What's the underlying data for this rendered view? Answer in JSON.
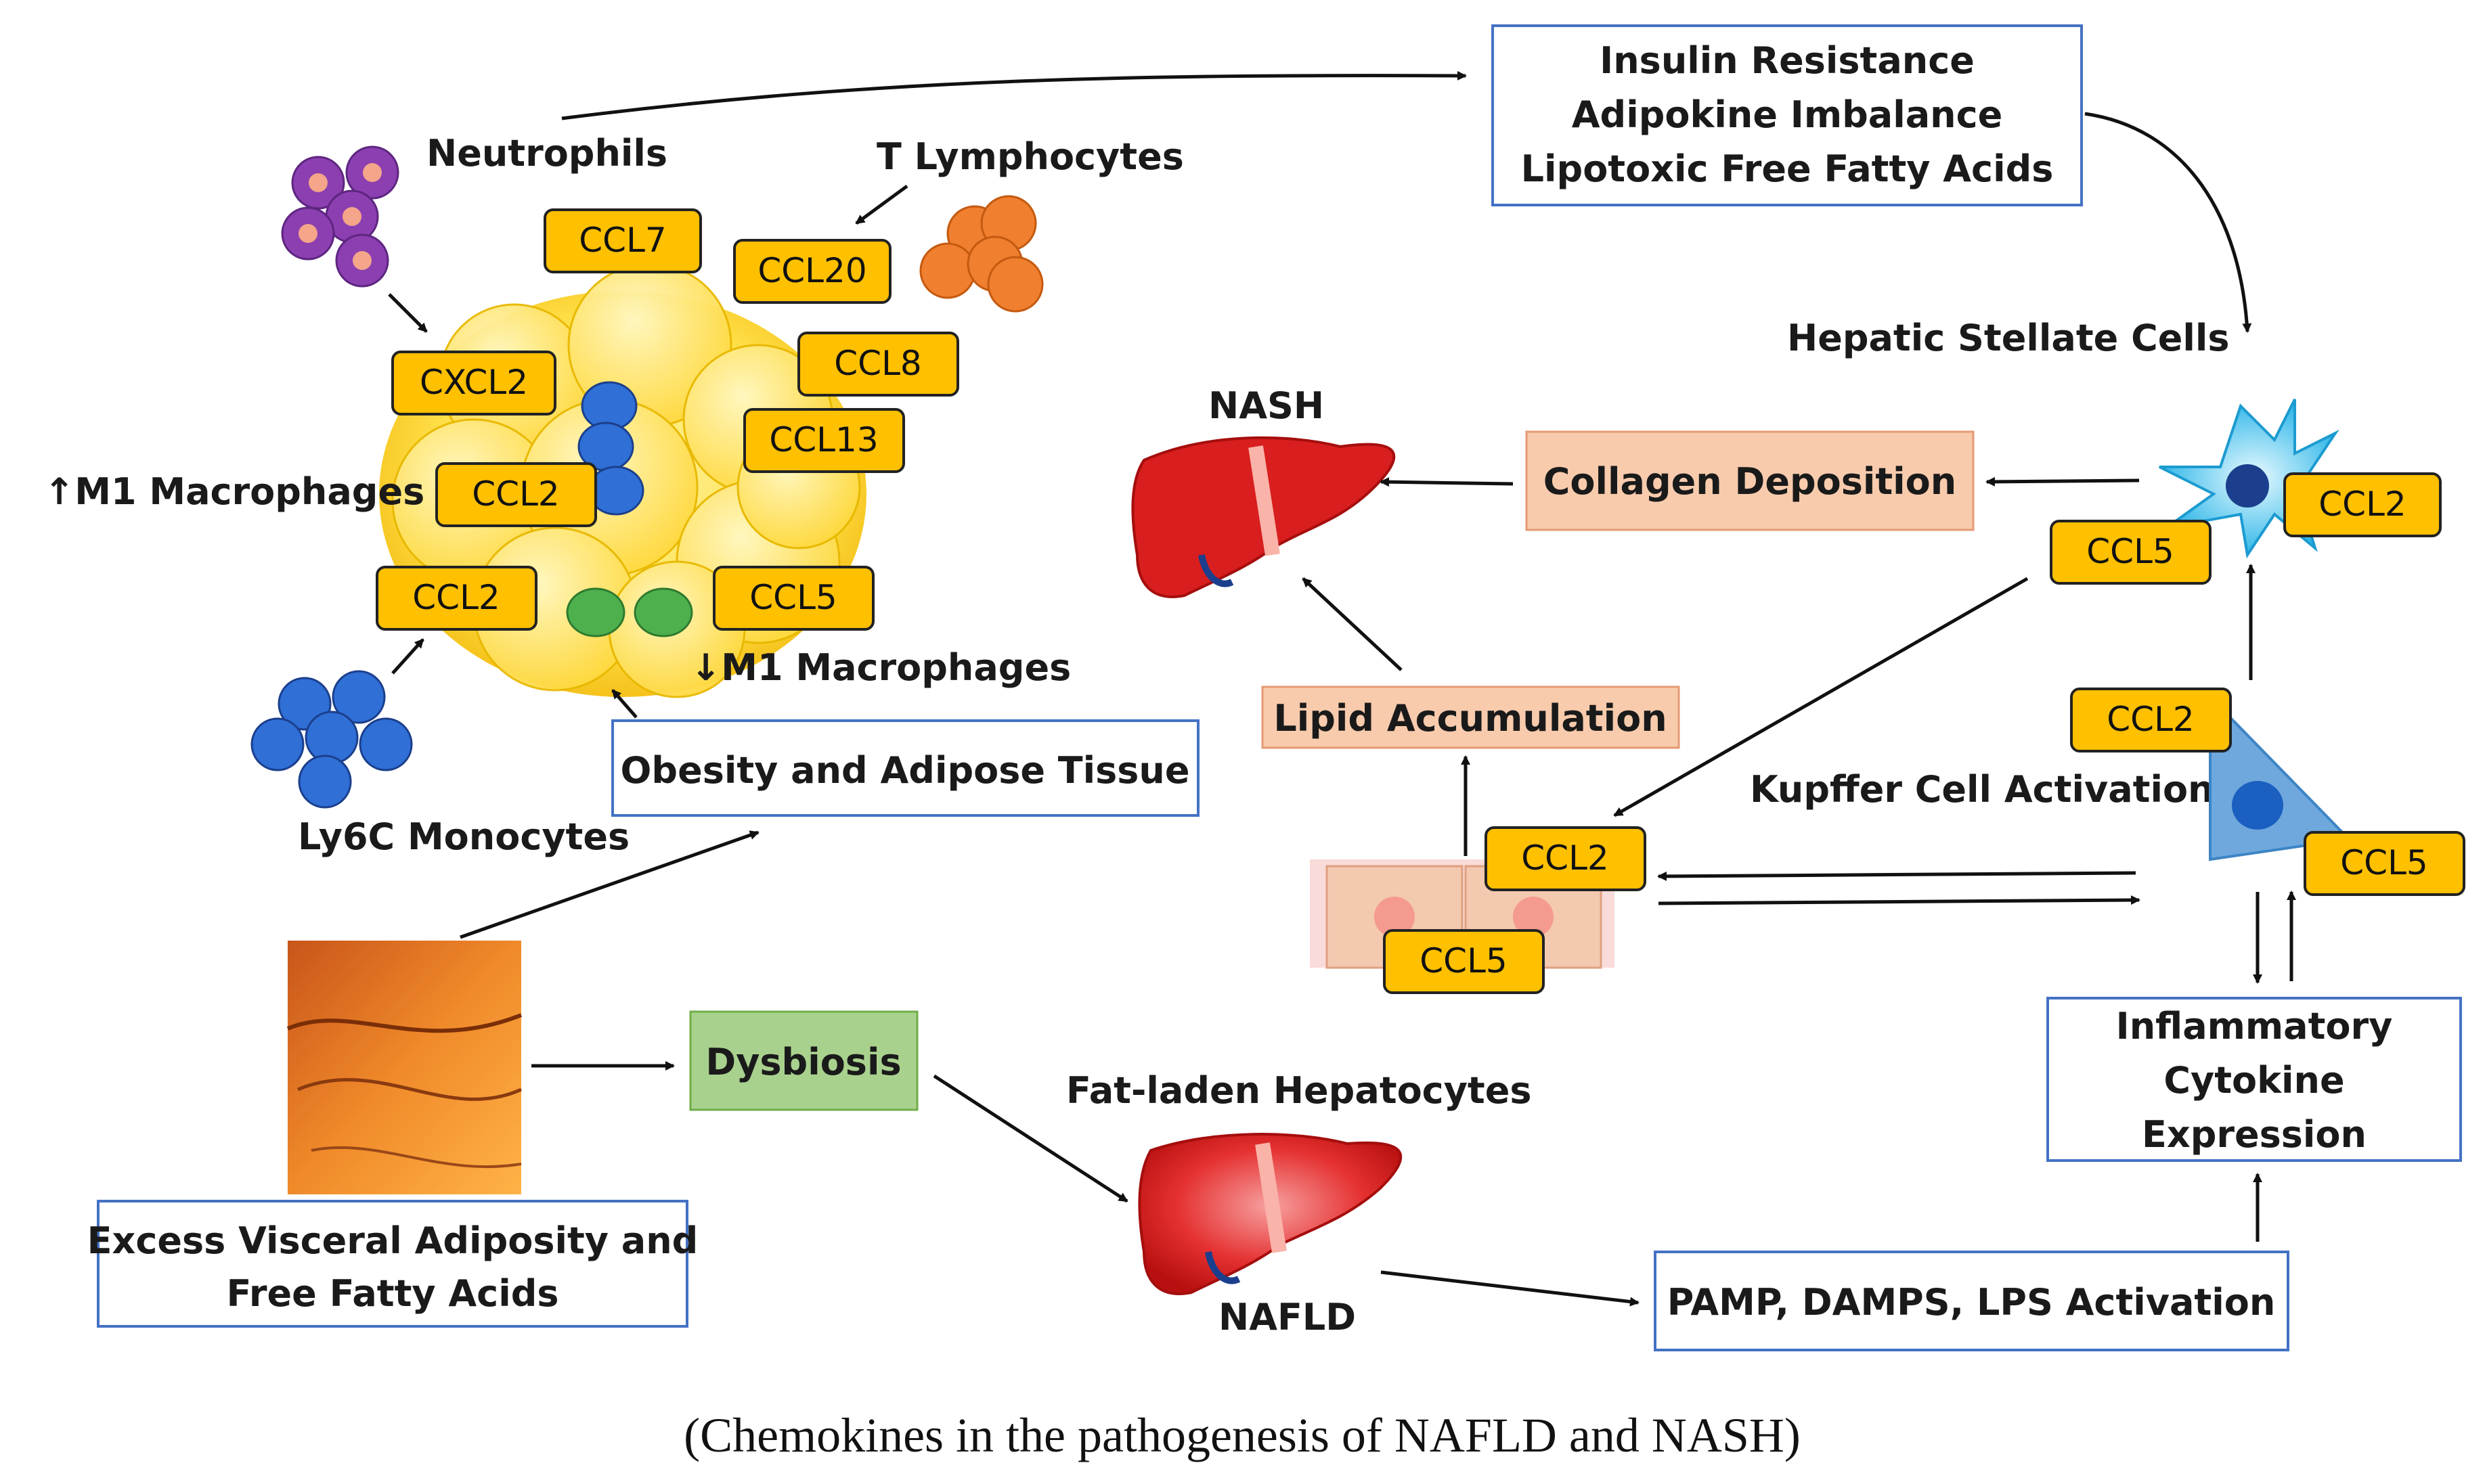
{
  "diagram": {
    "adipose_labels": {
      "neutrophils": "Neutrophils",
      "t_lymphocytes": "T Lymphocytes",
      "m1_up": "↑M1 Macrophages",
      "m1_down": "↓M1 Macrophages",
      "ly6c_monocytes": "Ly6C Monocytes"
    },
    "chemokines_adipose": {
      "ccl7": "CCL7",
      "ccl20": "CCL20",
      "cxcl2": "CXCL2",
      "ccl8": "CCL8",
      "ccl13": "CCL13",
      "ccl2_a": "CCL2",
      "ccl2_b": "CCL2",
      "ccl5": "CCL5"
    },
    "boxes": {
      "insulin": [
        "Insulin Resistance",
        "Adipokine Imbalance",
        "Lipotoxic Free Fatty Acids"
      ],
      "obesity": "Obesity and Adipose Tissue",
      "excess": [
        "Excess Visceral Adiposity and",
        "Free Fatty Acids"
      ],
      "dysbiosis": "Dysbiosis",
      "collagen": "Collagen Deposition",
      "lipid": "Lipid Accumulation",
      "inflammatory": [
        "Inflammatory",
        "Cytokine",
        "Expression"
      ],
      "pamp": "PAMP, DAMPS, LPS Activation"
    },
    "liver_labels": {
      "hsc": "Hepatic Stellate Cells",
      "nash": "NASH",
      "fat_hep": "Fat-laden Hepatocytes",
      "nafld": "NAFLD",
      "kupffer": "Kupffer Cell Activation"
    },
    "chemokines_liver": {
      "hsc_ccl2": "CCL2",
      "hsc_ccl5": "CCL5",
      "kc_ccl2": "CCL2",
      "kc_ccl5": "CCL5",
      "hep_ccl2": "CCL2",
      "hep_ccl5": "CCL5"
    },
    "colors": {
      "chemokine_fill": "#FFC000",
      "box_border": "#4472C4",
      "salmon_box": "#F8CBAD",
      "green_box": "#A9D18E",
      "liver_red": "#E02020"
    }
  },
  "caption": "(Chemokines in the pathogenesis of NAFLD and NASH)"
}
